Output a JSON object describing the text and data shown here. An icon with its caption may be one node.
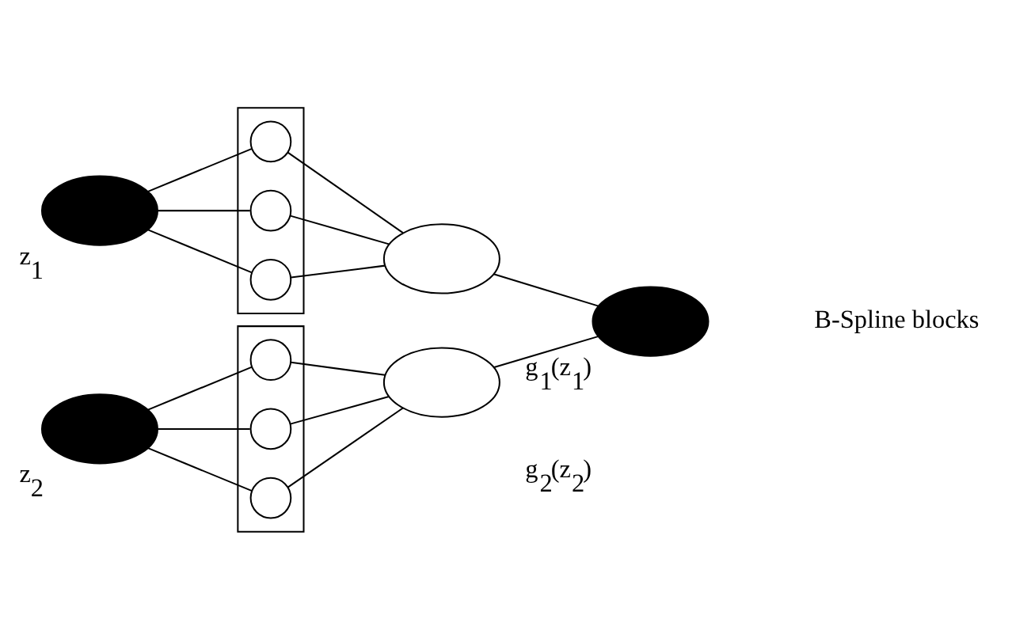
{
  "diagram": {
    "nodes": [
      {
        "text": [],
        "shape": "ellipse",
        "beside": [
          "z$_{1}$"
        ]
      },
      {
        "text": [],
        "shape": "box"
      },
      {
        "text": [],
        "shape": "circle",
        "in": 1
      },
      {
        "text": [],
        "shape": "circle",
        "in": 1
      },
      {
        "text": [],
        "shape": "circle",
        "in": 1
      },
      {
        "text": [],
        "shape": "ellipse"
      },
      {
        "text": [],
        "shape": "ellipse",
        "beside": [
          "g$_{1}$(z$_{1}$)",
          "g$_{2}$(z$_{2}$)"
        ]
      },
      {
        "text": [],
        "shape": "ellipse",
        "beside": [
          "z$_{2}$"
        ]
      },
      {
        "text": [],
        "shape": "box"
      },
      {
        "text": [],
        "shape": "circle",
        "in": 8
      },
      {
        "text": [],
        "shape": "circle",
        "in": 8
      },
      {
        "text": [],
        "shape": "circle",
        "in": 8
      },
      {
        "text": [],
        "shape": "ellipse"
      }
    ],
    "edges": [
      {
        "from": 0,
        "to": 2,
        "arrow": "none"
      },
      {
        "from": 0,
        "to": 3,
        "arrow": "none"
      },
      {
        "from": 0,
        "to": 4,
        "arrow": "none"
      },
      {
        "from": 2,
        "to": 5,
        "arrow": "none"
      },
      {
        "from": 3,
        "to": 5,
        "arrow": "none"
      },
      {
        "from": 4,
        "to": 5,
        "arrow": "none"
      },
      {
        "from": 5,
        "to": 6,
        "arrow": "none"
      },
      {
        "from": 7,
        "to": 9,
        "arrow": "none"
      },
      {
        "from": 7,
        "to": 10,
        "arrow": "none"
      },
      {
        "from": 7,
        "to": 11,
        "arrow": "none"
      },
      {
        "from": 9,
        "to": 12,
        "arrow": "none"
      },
      {
        "from": 10,
        "to": 12,
        "arrow": "none"
      },
      {
        "from": 11,
        "to": 12,
        "arrow": "none"
      },
      {
        "from": 12,
        "to": 6,
        "arrow": "none"
      }
    ],
    "labels": [
      "B-Spline blocks"
    ]
  }
}
